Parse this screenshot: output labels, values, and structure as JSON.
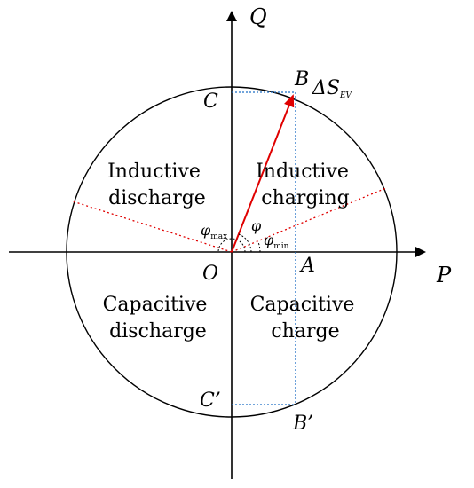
{
  "axes": {
    "x_label": "P",
    "y_label": "Q"
  },
  "points": {
    "origin": "O",
    "a": "A",
    "b": "B",
    "b_prime": "B’",
    "c": "C",
    "c_prime": "C’"
  },
  "vector_label": {
    "delta": "ΔS",
    "subscript": "EV"
  },
  "angles": {
    "phi": "φ",
    "phi_max": {
      "symbol": "φ",
      "subscript": "max"
    },
    "phi_min": {
      "symbol": "φ",
      "subscript": "min"
    }
  },
  "regions": {
    "inductive_discharge": [
      "Inductive",
      "discharge"
    ],
    "inductive_charging": [
      "Inductive",
      "charging"
    ],
    "capacitive_discharge": [
      "Capacitive",
      "discharge"
    ],
    "capacitive_charge": [
      "Capacitive",
      "charge"
    ]
  },
  "colors": {
    "axes": "#000000",
    "circle": "#000000",
    "vector": "#e00000",
    "limit_lines": "#e00000",
    "projection_lines": "#1f6fc5"
  }
}
